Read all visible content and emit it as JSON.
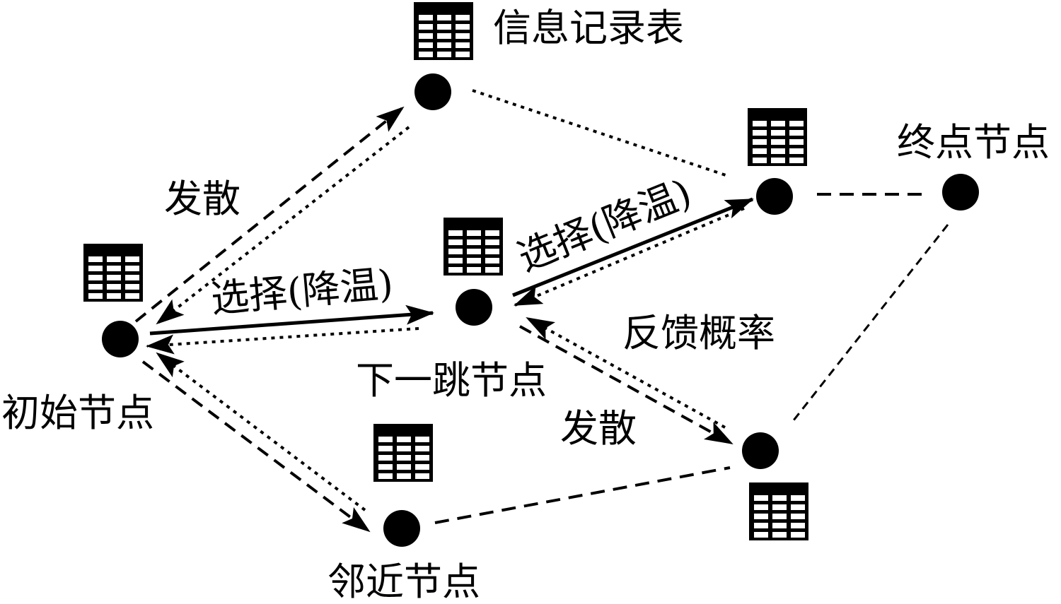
{
  "labels": {
    "info_table": "信息记录表",
    "diverge_top": "发散",
    "select_left": "选择(降温)",
    "select_right": "选择(降温)",
    "end_node": "终点节点",
    "feedback_prob": "反馈概率",
    "next_hop": "下一跳节点",
    "start_node": "初始节点",
    "diverge_bottom": "发散",
    "neighbor_node": "邻近节点"
  },
  "colors": {
    "ink": "#000000",
    "background": "#ffffff"
  },
  "icons": {
    "node": "filled-circle",
    "table": "table-icon"
  }
}
